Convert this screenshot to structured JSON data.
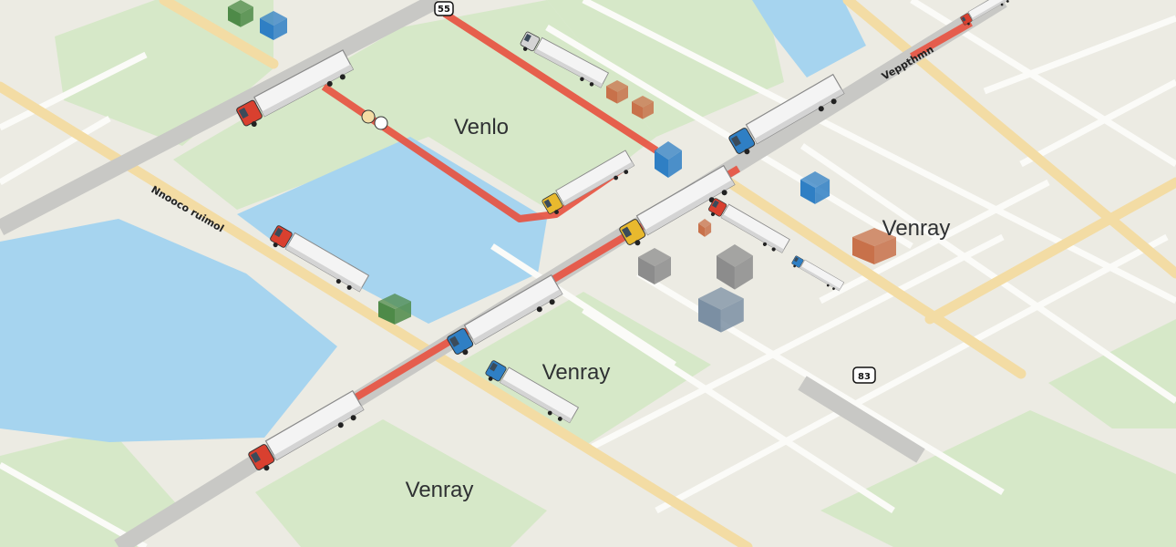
{
  "map": {
    "city_labels": [
      "Venlo",
      "Venray",
      "Venray",
      "Venray"
    ],
    "road_labels": [
      "Nnooco ruimol",
      "Veppthmn"
    ],
    "route_shields": [
      "55",
      "83"
    ],
    "colors": {
      "land": "#ecebe3",
      "park": "#d6e8c8",
      "water": "#a6d4ef",
      "highway": "#c9c9c6",
      "major_road": "#f3dca4",
      "route": "#e8513f",
      "cab_red": "#d9402f",
      "cab_blue": "#2f7fc4",
      "cab_yellow": "#e8b92e",
      "cab_green": "#4e8a48"
    }
  }
}
